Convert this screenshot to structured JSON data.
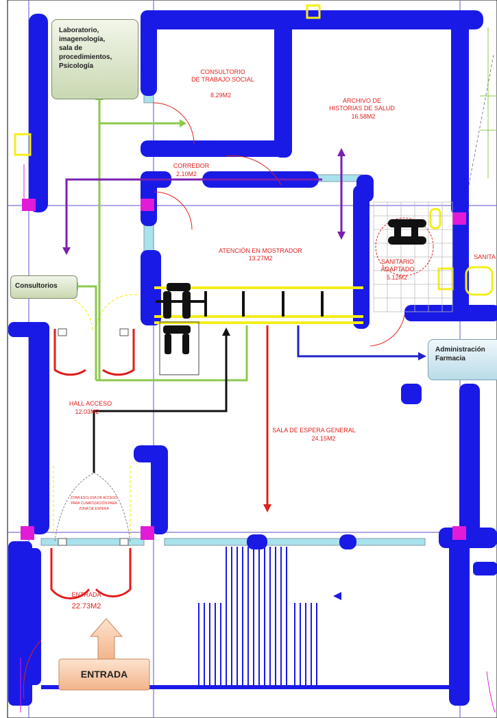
{
  "rooms": {
    "consultorio_ts": {
      "name_line1": "CONSULTORIO",
      "name_line2": "DE TRABAJO SOCIAL",
      "area": "8.29M2"
    },
    "archivo": {
      "name_line1": "ARCHIVO DE",
      "name_line2": "HISTORIAS DE SALUD",
      "area": "16.58M2"
    },
    "corredor": {
      "name": "CORREDOR",
      "area": "2.10M2"
    },
    "mostrador": {
      "name": "ATENCIÓN EN MOSTRADOR",
      "area": "13.27M2"
    },
    "sanitario_adaptado": {
      "name_line1": "SANITARIO",
      "name_line2": "ADAPTADO",
      "area": "5.12M2"
    },
    "sanitario_right": {
      "name": "SANITA"
    },
    "hall": {
      "name": "HALL ACCESO",
      "area": "12.03M2"
    },
    "sala_espera": {
      "name": "SALA DE ESPERA GENERAL",
      "area": "24.15M2"
    },
    "entrada": {
      "name": "ENTRADA",
      "area": "22.73M2"
    },
    "esclusa_note": {
      "line1": "ZONA ESCLUSA DE ACCESO",
      "line2": "PARA CLIMATIZACIÓN PARA",
      "line3": "ZONA DE ESPERA"
    }
  },
  "callouts": {
    "lab": {
      "lines": [
        "Laboratorio,",
        "imagenología,",
        "sala de",
        "procedimientos,",
        "Psicología"
      ]
    },
    "consultorios": {
      "text": "Consultorios"
    },
    "admin": {
      "line1": "Administración",
      "line2": "Farmacia"
    },
    "entrada_arrow": {
      "text": "ENTRADA"
    }
  },
  "colors": {
    "wall": "#1a1ae6",
    "grid_line": "#7a70d8",
    "label_red": "#e0201c",
    "arrow_green": "#8cc84b",
    "arrow_purple": "#7a1fb0",
    "arrow_blue": "#1f23c8",
    "arrow_black": "#111111",
    "arrow_red": "#e0201c",
    "door_red": "#e31b1b",
    "counter_yellow": "#f4ee1a",
    "column_magenta": "#e21bd8",
    "window_cyan": "#a8e2ec"
  }
}
